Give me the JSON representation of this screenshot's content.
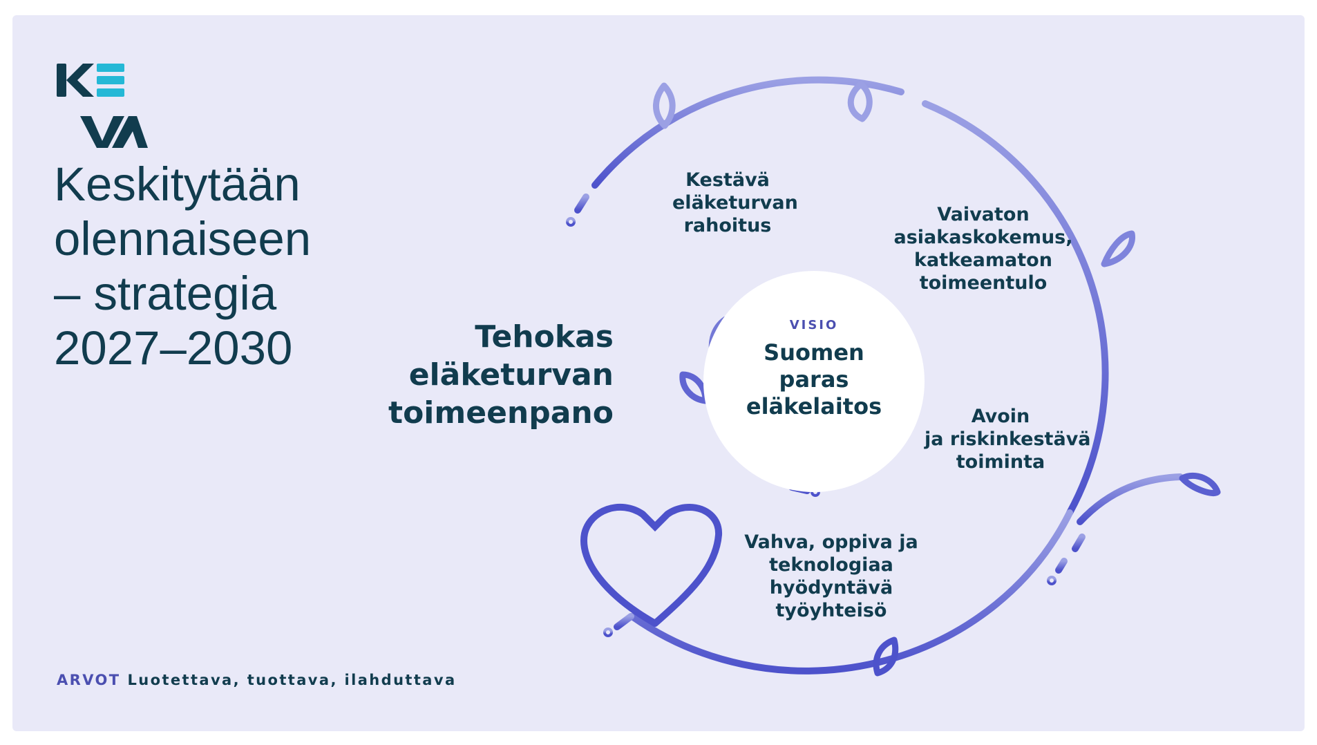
{
  "title_lines": [
    "Keskitytään",
    "olennaiseen",
    "– strategia",
    "2027–2030"
  ],
  "center": {
    "tag": "VISIO",
    "lines": [
      "Suomen",
      "paras",
      "eläkelaitos"
    ]
  },
  "goals": {
    "left": [
      "Tehokas",
      "eläketurvan",
      "toimeenpano"
    ],
    "top": [
      "Kestävä",
      "eläketurvan",
      "rahoitus"
    ],
    "right_top": [
      "Vaivaton",
      "asiakaskokemus,",
      "katkeamaton",
      "toimeentulo"
    ],
    "right_bottom": [
      "Avoin",
      "ja riskinkestävä",
      "toiminta"
    ],
    "bottom": [
      "Vahva, oppiva ja",
      "teknologiaa",
      "hyödyntävä",
      "työyhteisö"
    ]
  },
  "values": {
    "label": "ARVOT",
    "text": "Luotettava, tuottava, ilahduttava"
  },
  "colors": {
    "background": "#e9e9f8",
    "text": "#113c4e",
    "accent": "#4b4fb0",
    "logo_cyan": "#25b8d6",
    "stroke_light": "#9ba0e4",
    "stroke_dark": "#4d52cb"
  },
  "icons": [
    "logo",
    "leaf-icon",
    "heart-icon"
  ]
}
